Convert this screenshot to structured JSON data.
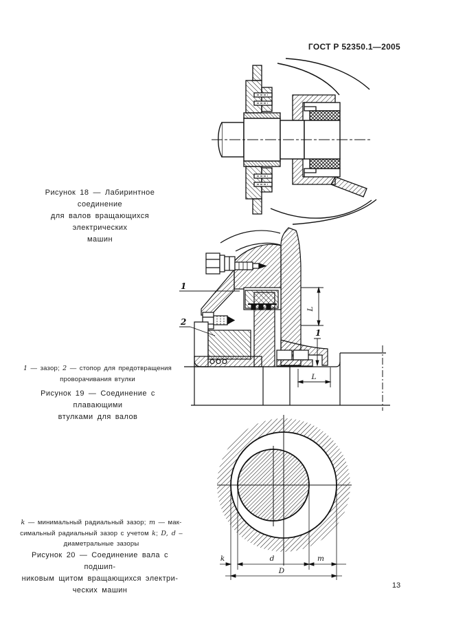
{
  "page": {
    "header": "ГОСТ Р 52350.1—2005",
    "page_number": "13"
  },
  "fig18": {
    "caption": [
      "Рисунок 18 — Лабиринтное соединение",
      "для валов вращающихся электрических",
      "машин"
    ]
  },
  "fig19": {
    "legend": {
      "n1": "1",
      "t1": " — зазор;  ",
      "n2": "2",
      "t2": " — стопор для предотвращения",
      "line2": "проворачивания втулки"
    },
    "caption": [
      "Рисунок 19 — Соединение с плавающими",
      "втулками для валов"
    ],
    "labels": {
      "gap": "1",
      "stop": "2",
      "L": "L"
    }
  },
  "fig20": {
    "legend": {
      "k": "k",
      "t1": " — минимальный радиальный зазор; ",
      "m": "m",
      "t2": " — мак-",
      "t3": "симальный радиальный зазор с учетом ",
      "k2": "k",
      "t4": "; ",
      "Dd": "D, d",
      "t5": " –",
      "line3": "диаметральные зазоры"
    },
    "caption": [
      "Рисунок 20 — Соединение вала с подшип-",
      "никовым щитом вращающихся электри-",
      "ческих машин"
    ],
    "labels": {
      "k": "k",
      "d": "d",
      "m": "m",
      "D": "D"
    }
  }
}
